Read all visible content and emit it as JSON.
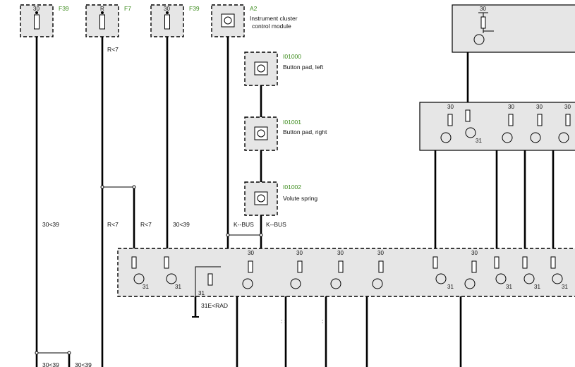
{
  "fuses": [
    {
      "pin": "30",
      "name": "F39"
    },
    {
      "pin": "R",
      "name": "F7"
    },
    {
      "pin": "30",
      "name": "F39"
    }
  ],
  "modules": [
    {
      "id": "A2",
      "desc_line1": "Instrument cluster",
      "desc_line2": "control module"
    },
    {
      "id": "I01000",
      "desc": "Button pad, left"
    },
    {
      "id": "I01001",
      "desc": "Button pad, right"
    },
    {
      "id": "I01002",
      "desc": "Volute spring"
    }
  ],
  "wire_labels": {
    "r_lt7_top": "R<7",
    "w1": "30<39",
    "w2": "R<7",
    "w3": "R<7",
    "w4": "30<39",
    "w5": "K--BUS",
    "w6": "K--BUS",
    "ground": "31E<RAD",
    "bottom1": "30<39",
    "bottom2": "30<39"
  },
  "pins": {
    "p30": "30",
    "p31": "31"
  },
  "marks": {
    "m1": ": :",
    "m2": ": :"
  }
}
